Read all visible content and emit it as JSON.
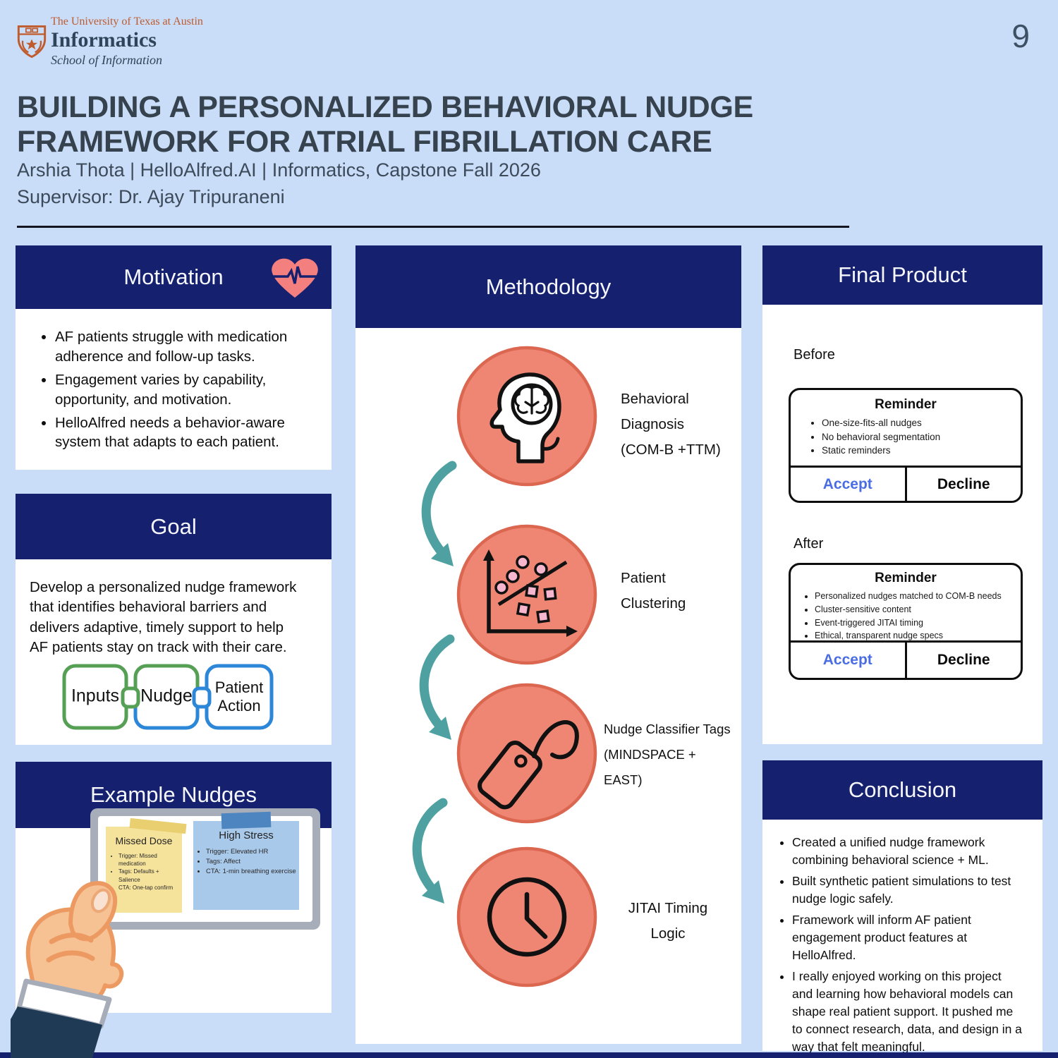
{
  "page": {
    "number": "9"
  },
  "logo": {
    "university": "The University of Texas at Austin",
    "department": "Informatics",
    "school": "School of Information",
    "icon": "ut-shield-icon"
  },
  "header": {
    "title_line1": "BUILDING A PERSONALIZED BEHAVIORAL NUDGE",
    "title_line2": "FRAMEWORK FOR ATRIAL FIBRILLATION CARE",
    "byline": "Arshia Thota | HelloAlfred.AI | Informatics, Capstone Fall 2026",
    "supervisor": "Supervisor: Dr. Ajay Tripuraneni"
  },
  "motivation": {
    "title": "Motivation",
    "icon": "heartbeat-heart-icon",
    "bullets": [
      [
        "AF patients struggle with medication",
        "adherence and follow-up tasks."
      ],
      [
        "Engagement varies by capability,",
        "opportunity, and motivation."
      ],
      [
        "HelloAlfred needs a behavior-aware",
        "system that adapts to each patient."
      ]
    ]
  },
  "goal": {
    "title": "Goal",
    "body_lines": [
      "Develop a personalized nudge framework",
      "that identifies behavioral barriers and",
      "delivers adaptive, timely support to help",
      "AF patients stay on track with their care."
    ],
    "flow": {
      "box1": "Inputs",
      "box2": "Nudge",
      "box3_line1": "Patient",
      "box3_line2": "Action"
    }
  },
  "example_nudges": {
    "title": "Example Nudges",
    "yellow_note": {
      "title": "Missed Dose",
      "bullets": [
        "Trigger: Missed medication",
        "Tags: Defaults + Salience",
        "CTA: One-tap confirm"
      ]
    },
    "blue_note": {
      "title": "High Stress",
      "bullets": [
        "Trigger: Elevated HR",
        "Tags: Affect",
        "CTA: 1-min breathing exercise"
      ]
    }
  },
  "methodology": {
    "title": "Methodology",
    "steps": [
      {
        "icon": "head-brain-icon",
        "lines": [
          "Behavioral",
          "Diagnosis",
          "(COM-B +TTM)"
        ]
      },
      {
        "icon": "scatter-plot-icon",
        "lines": [
          "Patient",
          "Clustering"
        ]
      },
      {
        "icon": "tag-icon",
        "lines": [
          "Nudge Classifier Tags",
          "(MINDSPACE +",
          "EAST)"
        ]
      },
      {
        "icon": "clock-icon",
        "lines": [
          "JITAI Timing",
          "Logic"
        ]
      }
    ]
  },
  "final_product": {
    "title": "Final Product",
    "before_label": "Before",
    "after_label": "After",
    "before_card": {
      "title": "Reminder",
      "bullets": [
        "One-size-fits-all nudges",
        "No behavioral segmentation",
        "Static reminders"
      ],
      "accept_label": "Accept",
      "decline_label": "Decline"
    },
    "after_card": {
      "title": "Reminder",
      "bullets": [
        "Personalized nudges matched to COM-B needs",
        "Cluster-sensitive content",
        "Event-triggered JITAI timing",
        "Ethical, transparent nudge specs"
      ],
      "accept_label": "Accept",
      "decline_label": "Decline"
    }
  },
  "conclusion": {
    "title": "Conclusion",
    "bullets": [
      [
        "Created a unified nudge framework",
        "combining behavioral science + ML."
      ],
      [
        "Built synthetic patient simulations to test",
        "nudge logic safely."
      ],
      [
        "Framework will inform AF patient",
        "engagement product features at",
        "HelloAlfred."
      ],
      [
        "I really enjoyed working on this project",
        "and learning how behavioral models can",
        "shape real patient support. It pushed me",
        "to connect research, data, and design in a",
        "way that felt meaningful."
      ]
    ]
  },
  "colors": {
    "background": "#c9ddf8",
    "navy": "#15206f",
    "salmon": "#ee8673",
    "salmon_border": "#dc6751",
    "teal_arrow": "#4fa1a1",
    "green_box": "#55a055",
    "blue_box": "#2d87d8",
    "accept_blue": "#4a6de4",
    "heart_coral": "#f47f7f",
    "burnt_orange": "#bf5b2d",
    "sticky_yellow": "#f6e39b",
    "sticky_blue": "#a9c9ea",
    "tablet_grey": "#a7aeb9",
    "skin": "#f6c193",
    "sleeve_navy": "#1e3a54",
    "title_slate": "#36434f"
  }
}
